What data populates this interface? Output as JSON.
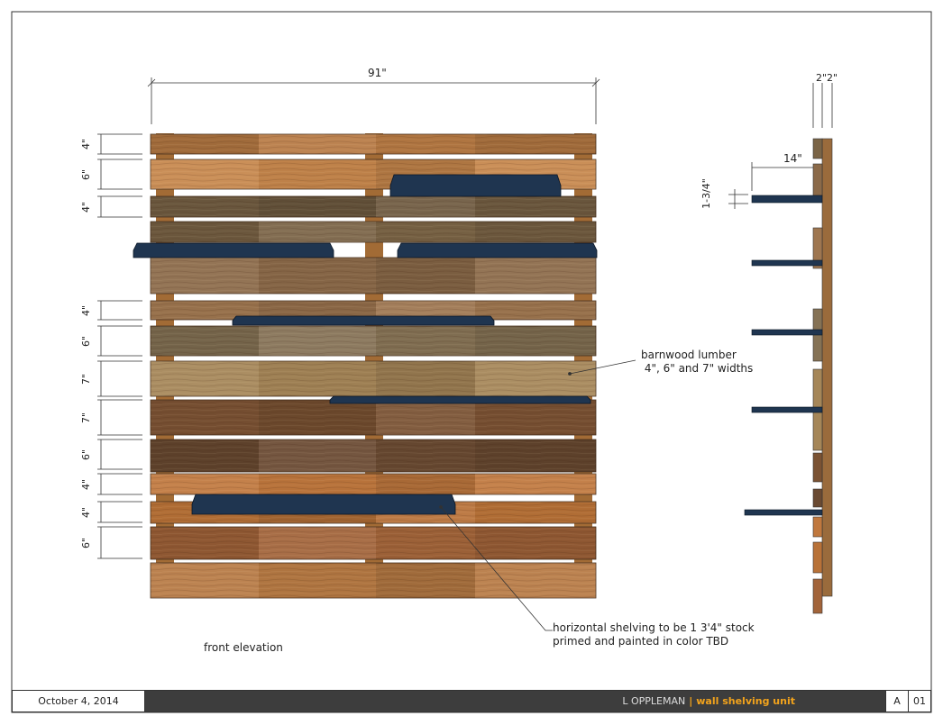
{
  "drawing": {
    "overall_width_label": "91\"",
    "side_depth_labels": [
      "2\"",
      "2\""
    ],
    "shelf_depth_label": "14\"",
    "shelf_thickness_label": "1-3/4\"",
    "board_height_labels": [
      "4\"",
      "6\"",
      "4\"",
      "4\"",
      "6\"",
      "7\"",
      "7\"",
      "6\"",
      "4\"",
      "4\"",
      "6\""
    ],
    "note_lumber_line1": "barnwood lumber",
    "note_lumber_line2": " 4\", 6\" and 7\" widths",
    "note_shelf_line1": "horizontal shelving to be 1 3'4\" stock",
    "note_shelf_line2": "primed and painted in color TBD",
    "view_label": "front elevation"
  },
  "title_block": {
    "date": "October 4, 2014",
    "author": "L OPPLEMAN",
    "separator": "|",
    "project": "wall shelving unit",
    "sheet_letter": "A",
    "sheet_number": "01"
  },
  "colors": {
    "shelf": "#1f3550",
    "accent": "#f2a31c",
    "title_bar": "#3d3d3d"
  }
}
